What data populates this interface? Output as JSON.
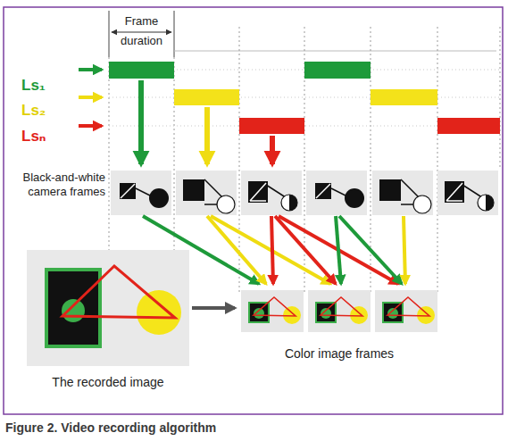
{
  "diagram": {
    "caption": "Figure 2. Video recording algorithm",
    "nodes": [
      {
        "text": [
          "The recorded image"
        ]
      },
      {
        "text": [
          "Color image frames"
        ]
      }
    ],
    "edges": [
      {
        "from": 0,
        "to": 1,
        "arrow": "to"
      }
    ],
    "labels": [
      "Frame duration",
      "Ls₁",
      "Ls₂",
      "Lsₙ",
      "Black-and-white camera frames"
    ]
  }
}
